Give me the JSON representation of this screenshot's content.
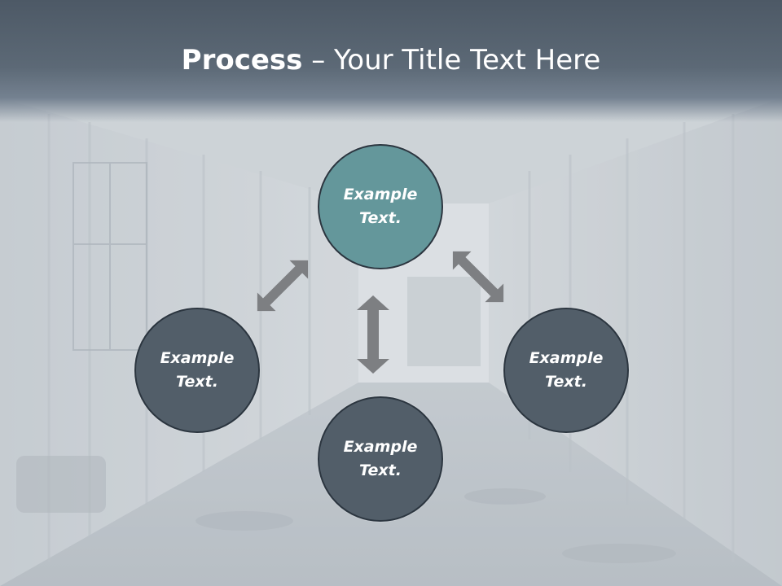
{
  "title": {
    "bold": "Process",
    "dash": " – ",
    "rest": "Your Title Text Here"
  },
  "nodes": {
    "top": {
      "line1": "Example",
      "line2": "Text."
    },
    "left": {
      "line1": "Example",
      "line2": "Text."
    },
    "right": {
      "line1": "Example",
      "line2": "Text."
    },
    "bottom": {
      "line1": "Example",
      "line2": "Text."
    }
  },
  "colors": {
    "title_bar": "#5c6976",
    "highlight_node": "#64979b",
    "node": "#525e69",
    "arrow": "#7d7f82",
    "text": "#ffffff"
  },
  "background": {
    "description_icon": "abandoned-corridor-photo"
  }
}
